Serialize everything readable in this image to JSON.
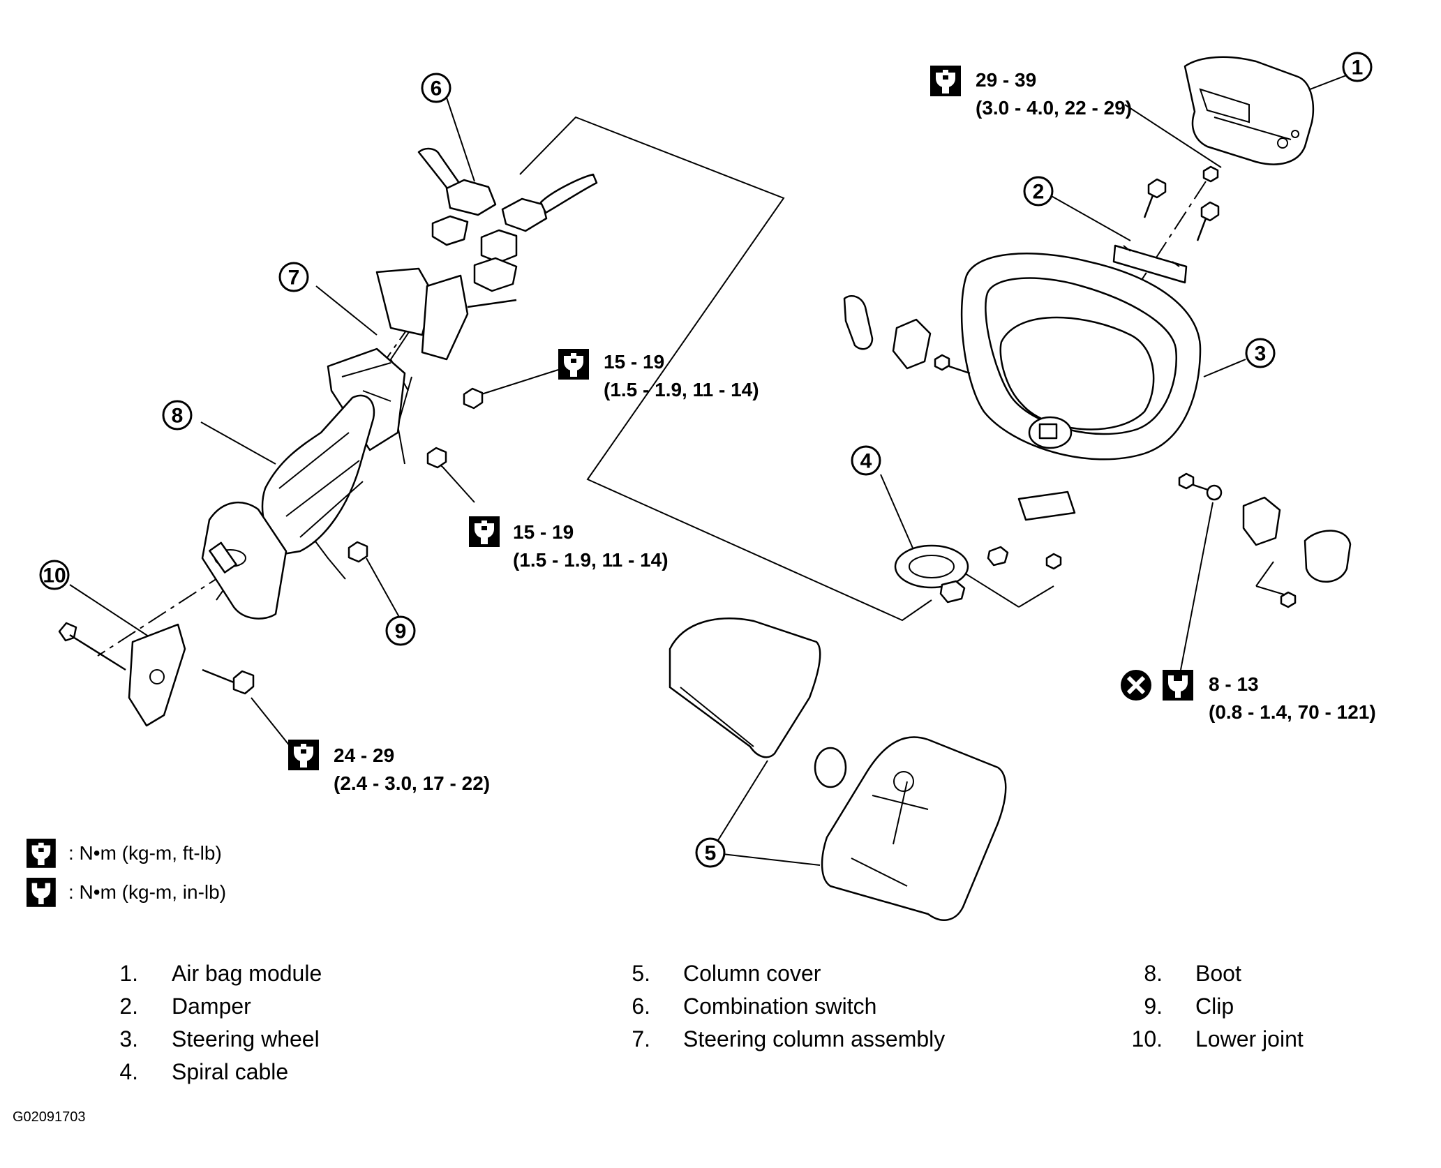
{
  "callouts": [
    "1",
    "2",
    "3",
    "4",
    "5",
    "6",
    "7",
    "8",
    "9",
    "10"
  ],
  "torque_specs": [
    {
      "value": "29 - 39",
      "detail": "(3.0 - 4.0, 22 - 29)"
    },
    {
      "value": "15 - 19",
      "detail": "(1.5 - 1.9, 11 - 14)"
    },
    {
      "value": "15 - 19",
      "detail": "(1.5 - 1.9, 11 - 14)"
    },
    {
      "value": "24 - 29",
      "detail": "(2.4 - 3.0, 17 - 22)"
    },
    {
      "value": "8 - 13",
      "detail": "(0.8 - 1.4, 70 - 121)"
    }
  ],
  "legend": [
    {
      "icon": "torque-wrench-icon",
      "text": ": N•m  (kg-m,  ft-lb)"
    },
    {
      "icon": "torque-wrench-reverse-icon",
      "text": ": N•m  (kg-m,  in-lb)"
    }
  ],
  "parts": [
    {
      "num": "1.",
      "name": "Air bag module"
    },
    {
      "num": "2.",
      "name": "Damper"
    },
    {
      "num": "3.",
      "name": "Steering wheel"
    },
    {
      "num": "4.",
      "name": "Spiral cable"
    },
    {
      "num": "5.",
      "name": "Column cover"
    },
    {
      "num": "6.",
      "name": "Combination switch"
    },
    {
      "num": "7.",
      "name": "Steering column assembly"
    },
    {
      "num": "8.",
      "name": "Boot"
    },
    {
      "num": "9.",
      "name": "Clip"
    },
    {
      "num": "10.",
      "name": "Lower joint"
    }
  ],
  "figure_code": "G02091703"
}
